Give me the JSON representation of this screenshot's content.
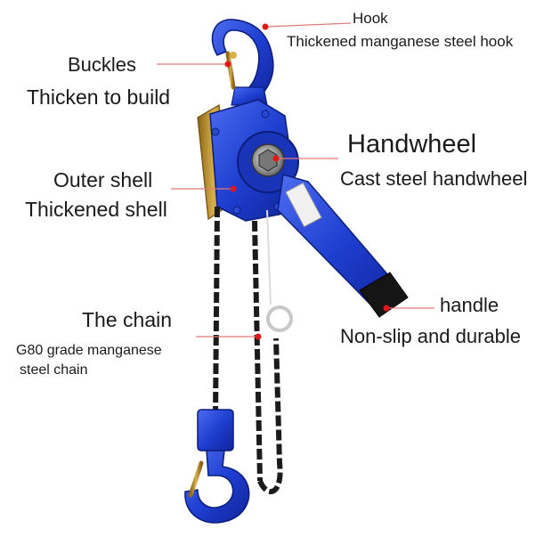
{
  "colors": {
    "body_blue": "#1f3fd1",
    "body_blue_dark": "#10239a",
    "body_blue_light": "#4c6cf0",
    "chain": "#1b1b1b",
    "gold": "#b98a2a",
    "leader_line": "#e07a7a",
    "marker_dot": "#e01818"
  },
  "callouts": {
    "hook": {
      "title": "Hook",
      "subtitle": "Thickened manganese steel hook"
    },
    "buckles": {
      "title": "Buckles",
      "subtitle": "Thicken to build"
    },
    "handwheel": {
      "title": "Handwheel",
      "subtitle": "Cast steel handwheel"
    },
    "outer_shell": {
      "title": "Outer shell",
      "subtitle": "Thickened shell"
    },
    "chain": {
      "title": "The chain",
      "subtitle_line1": "G80 grade manganese",
      "subtitle_line2": "steel chain"
    },
    "handle": {
      "title": "handle",
      "subtitle": "Non-slip and durable"
    }
  }
}
